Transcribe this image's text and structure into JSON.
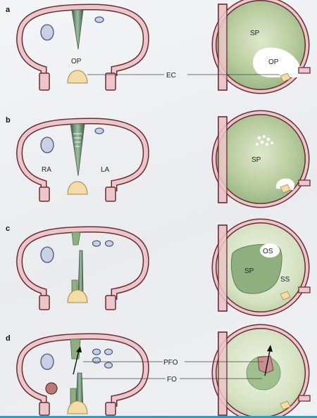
{
  "colors": {
    "wall_fill": "#ecc7c9",
    "wall_stroke": "#6a2c34",
    "green_light": "#cfdcb7",
    "green_mid": "#8fb07e",
    "green_dark": "#4f7049",
    "cushion": "#f4dca6",
    "vein": "#c8d0e6",
    "accent_bar": "#19a7c9"
  },
  "panels": [
    {
      "letter": "a",
      "labels": {
        "op_left": "OP",
        "sp": "SP",
        "op_right": "OP",
        "ec": "EC"
      }
    },
    {
      "letter": "b",
      "labels": {
        "ra": "RA",
        "la": "LA",
        "sp": "SP"
      }
    },
    {
      "letter": "c",
      "labels": {
        "os": "OS",
        "sp": "SP",
        "ss": "SS"
      }
    },
    {
      "letter": "d",
      "labels": {
        "pfo": "PFO",
        "fo": "FO"
      }
    }
  ]
}
